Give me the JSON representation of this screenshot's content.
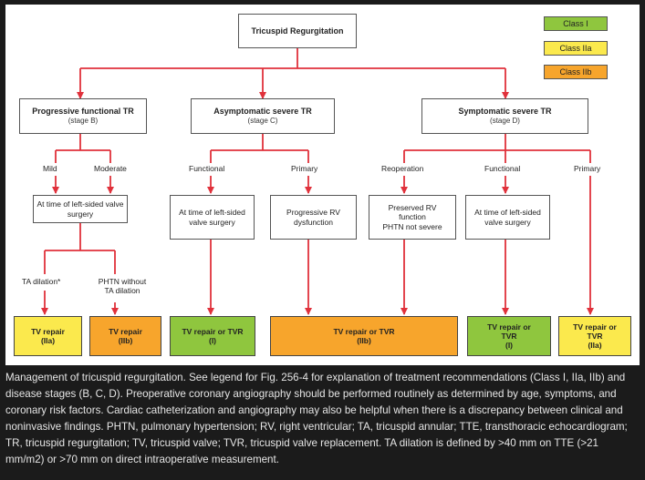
{
  "legend": {
    "class1": "Class I",
    "class2a": "Class IIa",
    "class2b": "Class IIb"
  },
  "colors": {
    "class1": "#8fc63e",
    "class2a": "#fbe94d",
    "class2b": "#f7a52c",
    "arrow": "#e0313b"
  },
  "root": "Tricuspid Regurgitation",
  "stages": {
    "b": {
      "title": "Progressive functional TR",
      "sub": "(stage B)"
    },
    "c": {
      "title": "Asymptomatic severe TR",
      "sub": "(stage C)"
    },
    "d": {
      "title": "Symptomatic severe TR",
      "sub": "(stage D)"
    }
  },
  "branch_labels": {
    "mild": "Mild",
    "moderate": "Moderate",
    "c_functional": "Functional",
    "c_primary": "Primary",
    "reoperation": "Reoperation",
    "d_functional": "Functional",
    "d_primary": "Primary",
    "ta_dilation": "TA dilation*",
    "phtn_without": "PHTN without TA dilation"
  },
  "conditions": {
    "b_surgery": "At time of left-sided valve surgery",
    "c_surgery": "At time of left-sided valve surgery",
    "prog_rv": "Progressive RV dysfunction",
    "preserved_rv_1": "Preserved RV function",
    "preserved_rv_2": "PHTN not severe",
    "d_surgery": "At time of left-sided valve surgery"
  },
  "outcomes": {
    "o1": {
      "line1": "TV repair",
      "line2": "(IIa)"
    },
    "o2": {
      "line1": "TV repair",
      "line2": "(IIb)"
    },
    "o3": {
      "line1": "TV repair or TVR",
      "line2": "(I)"
    },
    "o4": {
      "line1": "TV repair or TVR",
      "line2": "(IIb)"
    },
    "o5": {
      "line1": "TV repair or TVR",
      "line2": "(I)"
    },
    "o6": {
      "line1": "TV repair or TVR",
      "line2": "(IIa)"
    }
  },
  "caption": "Management of tricuspid regurgitation. See legend for Fig. 256-4 for explanation of treatment recommendations (Class I, IIa, IIb) and disease stages (B, C, D). Preoperative coronary angiography should be performed routinely as determined by age, symptoms, and coronary risk factors. Cardiac catheterization and angiography may also be helpful when there is a discrepancy between clinical and noninvasive findings. PHTN, pulmonary hypertension; RV, right ventricular; TA, tricuspid annular; TTE, transthoracic echocardiogram; TR, tricuspid regurgitation; TV, tricuspid valve; TVR, tricuspid valve replacement. TA dilation is defined by >40 mm on TTE (>21 mm/m2) or >70 mm on direct intraoperative measurement."
}
